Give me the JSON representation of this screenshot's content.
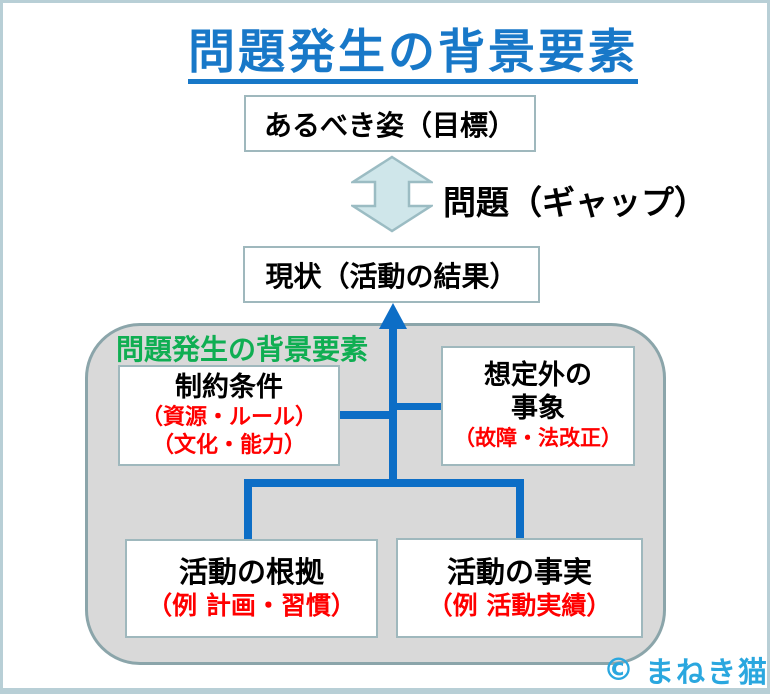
{
  "colors": {
    "title_blue": "#1878c8",
    "connector_blue": "#0d6ec6",
    "detail_red": "#ff0000",
    "label_green": "#0fae52",
    "panel_gray": "#d9d9d9",
    "panel_border": "#8ba5aa",
    "box_border": "#9fb8bd",
    "frame_border": "#b8cfd6",
    "gap_arrow_fill": "#cfe6ea",
    "gap_arrow_stroke": "#9bbcc3",
    "copyright_blue": "#2aa7df"
  },
  "title": "問題発生の背景要素",
  "goal_box": {
    "label": "あるべき姿（目標）"
  },
  "gap": {
    "label": "問題（ギャップ）"
  },
  "current_box": {
    "label": "現状（活動の結果）"
  },
  "background_panel": {
    "heading": "問題発生の背景要素",
    "constraints_box": {
      "title": "制約条件",
      "line1": "（資源・ルール）",
      "line2": "（文化・能力）"
    },
    "unexpected_box": {
      "title_line1": "想定外の",
      "title_line2": "事象",
      "line1": "（故障・法改正）"
    },
    "basis_box": {
      "title": "活動の根拠",
      "line1": "（例 計画・習慣）"
    },
    "fact_box": {
      "title": "活動の事実",
      "line1": "（例 活動実績）"
    }
  },
  "copyright": {
    "symbol": "©",
    "name": "まねき猫"
  }
}
